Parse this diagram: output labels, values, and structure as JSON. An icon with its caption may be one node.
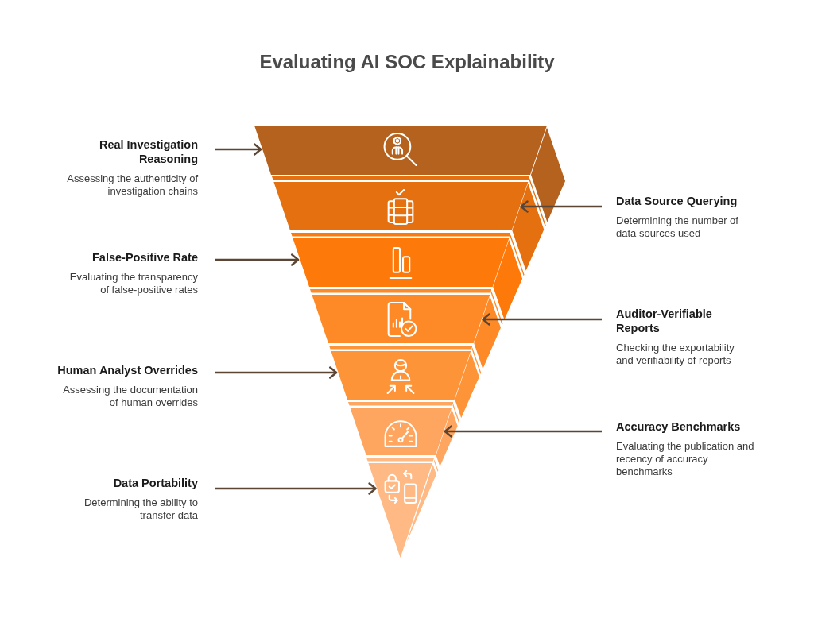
{
  "diagram": {
    "title": "Evaluating AI SOC Explainability",
    "nodes": [
      {
        "text": [],
        "shape": "trapezoid"
      },
      {
        "text": [],
        "shape": "trapezoid"
      },
      {
        "text": [],
        "shape": "trapezoid"
      },
      {
        "text": [],
        "shape": "trapezoid"
      },
      {
        "text": [],
        "shape": "trapezoid"
      },
      {
        "text": [],
        "shape": "trapezoid"
      },
      {
        "text": [],
        "shape": "triangle"
      },
      {
        "text": [
          "Real Investigation Reasoning",
          "Assessing the authenticity of investigation chains"
        ]
      },
      {
        "text": [
          "Data Source Querying",
          "Determining the number of data sources used"
        ]
      },
      {
        "text": [
          "False-Positive Rate",
          "Evaluating the transparency of false-positive rates"
        ]
      },
      {
        "text": [
          "Auditor-Verifiable Reports",
          "Checking the exportability and verifiability of reports"
        ]
      },
      {
        "text": [
          "Human Analyst Overrides",
          "Assessing the documentation of human overrides"
        ]
      },
      {
        "text": [
          "Accuracy Benchmarks",
          "Evaluating the publication and recency of accuracy benchmarks"
        ]
      },
      {
        "text": [
          "Data Portability",
          "Determining the ability to transfer data"
        ]
      }
    ],
    "edges": [
      {
        "from": 7,
        "to": 0,
        "arrow": "to"
      },
      {
        "from": 8,
        "to": 1,
        "arrow": "to"
      },
      {
        "from": 9,
        "to": 2,
        "arrow": "to"
      },
      {
        "from": 10,
        "to": 3,
        "arrow": "to"
      },
      {
        "from": 11,
        "to": 4,
        "arrow": "to"
      },
      {
        "from": 12,
        "to": 5,
        "arrow": "to"
      },
      {
        "from": 13,
        "to": 6,
        "arrow": "to"
      }
    ]
  }
}
